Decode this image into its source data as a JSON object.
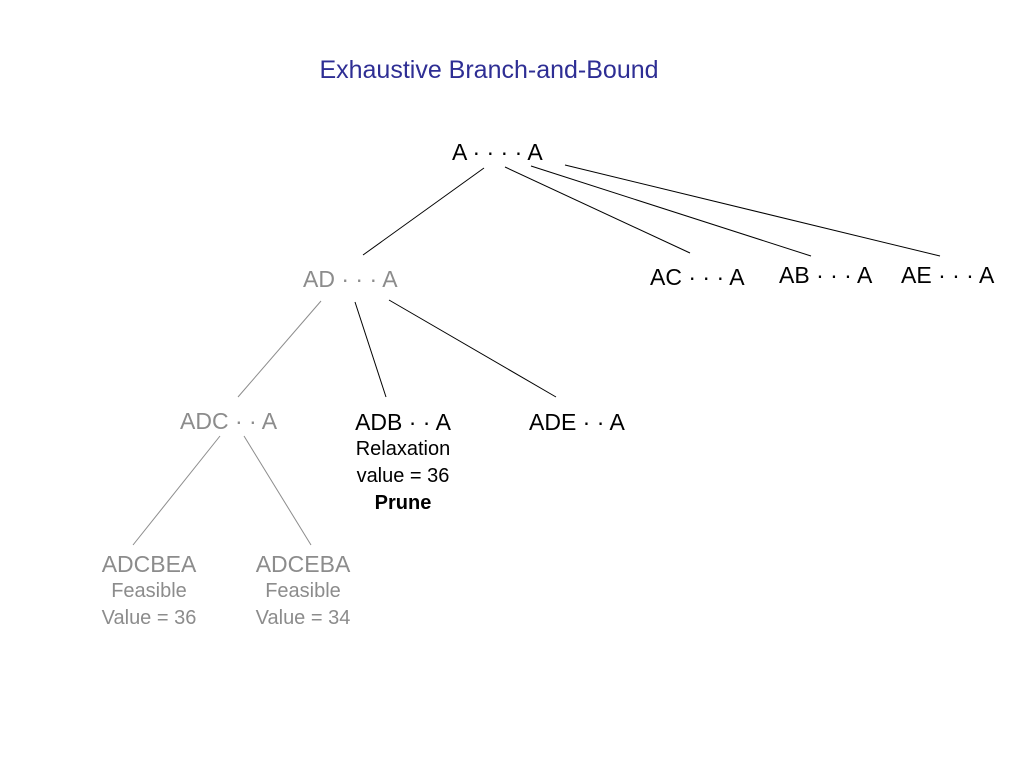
{
  "title": "Exhaustive Branch-and-Bound",
  "colors": {
    "title": "#2e2e94",
    "active": "#000000",
    "explored": "#8c8c8c"
  },
  "nodes": {
    "root": {
      "label": "A · · · · A"
    },
    "ad": {
      "label": "AD · · · A"
    },
    "ac": {
      "label": "AC · · · A"
    },
    "ab": {
      "label": "AB · · · A"
    },
    "ae": {
      "label": "AE · · · A"
    },
    "adc": {
      "label": "ADC · · A"
    },
    "adb": {
      "label": "ADB · · A",
      "note1": "Relaxation",
      "note2": "value = 36",
      "note3": "Prune"
    },
    "ade": {
      "label": "ADE · · A"
    },
    "adcbea": {
      "label": "ADCBEA",
      "note1": "Feasible",
      "note2": "Value = 36"
    },
    "adceba": {
      "label": "ADCEBA",
      "note1": "Feasible",
      "note2": "Value = 34"
    }
  }
}
